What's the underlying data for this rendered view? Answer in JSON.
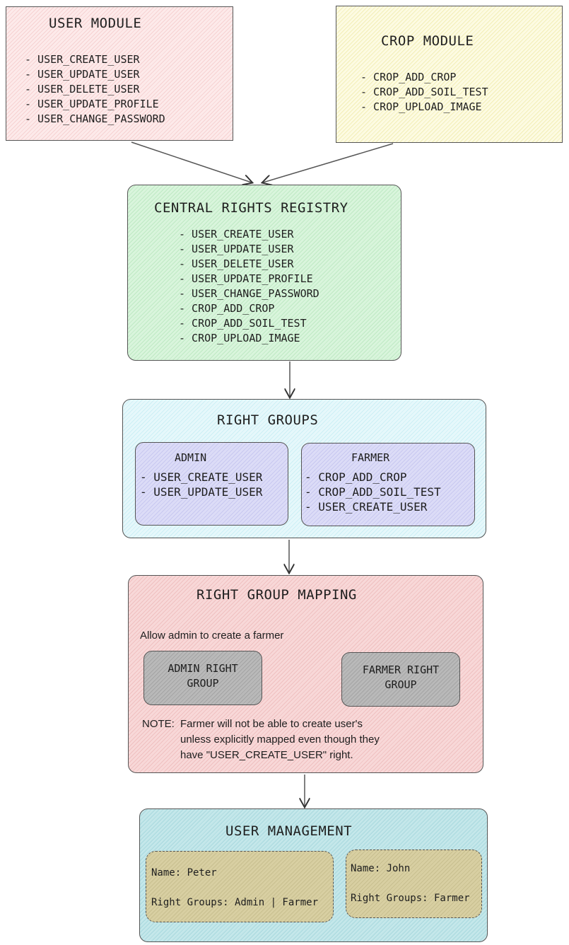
{
  "user_module": {
    "title": "USER MODULE",
    "items": [
      "- USER_CREATE_USER",
      "- USER_UPDATE_USER",
      "- USER_DELETE_USER",
      "- USER_UPDATE_PROFILE",
      "- USER_CHANGE_PASSWORD"
    ],
    "color": "#fdeaea"
  },
  "crop_module": {
    "title": "CROP MODULE",
    "items": [
      "- CROP_ADD_CROP",
      "- CROP_ADD_SOIL_TEST",
      "- CROP_UPLOAD_IMAGE"
    ],
    "color": "#fdfbe2"
  },
  "central_registry": {
    "title": "CENTRAL RIGHTS REGISTRY",
    "items": [
      "- USER_CREATE_USER",
      "- USER_UPDATE_USER",
      "- USER_DELETE_USER",
      "- USER_UPDATE_PROFILE",
      "- USER_CHANGE_PASSWORD",
      "- CROP_ADD_CROP",
      "- CROP_ADD_SOIL_TEST",
      "- CROP_UPLOAD_IMAGE"
    ],
    "color": "#d9f5dc"
  },
  "right_groups": {
    "title": "RIGHT GROUPS",
    "admin": {
      "title": "ADMIN",
      "items": [
        "- USER_CREATE_USER",
        "- USER_UPDATE_USER"
      ]
    },
    "farmer": {
      "title": "FARMER",
      "items": [
        "- CROP_ADD_CROP",
        "- CROP_ADD_SOIL_TEST",
        "- USER_CREATE_USER"
      ]
    },
    "color": "#e6f8fb"
  },
  "mapping": {
    "title": "RIGHT GROUP MAPPING",
    "description": "Allow admin to create a farmer",
    "admin_group": {
      "line1": "ADMIN RIGHT",
      "line2": "GROUP"
    },
    "farmer_group": {
      "line1": "FARMER RIGHT",
      "line2": "GROUP"
    },
    "note_label": "NOTE:",
    "note_lines": [
      "Farmer will not be able to create user's",
      "unless explicitly mapped even though they",
      "have \"USER_CREATE_USER\" right."
    ],
    "color": "#f8d8d8"
  },
  "user_management": {
    "title": "USER MANAGEMENT",
    "users": [
      {
        "name": "Name: Peter",
        "groups": "Right Groups: Admin | Farmer"
      },
      {
        "name": "Name: John",
        "groups": "Right Groups: Farmer"
      }
    ],
    "color": "#c4e7ea"
  }
}
